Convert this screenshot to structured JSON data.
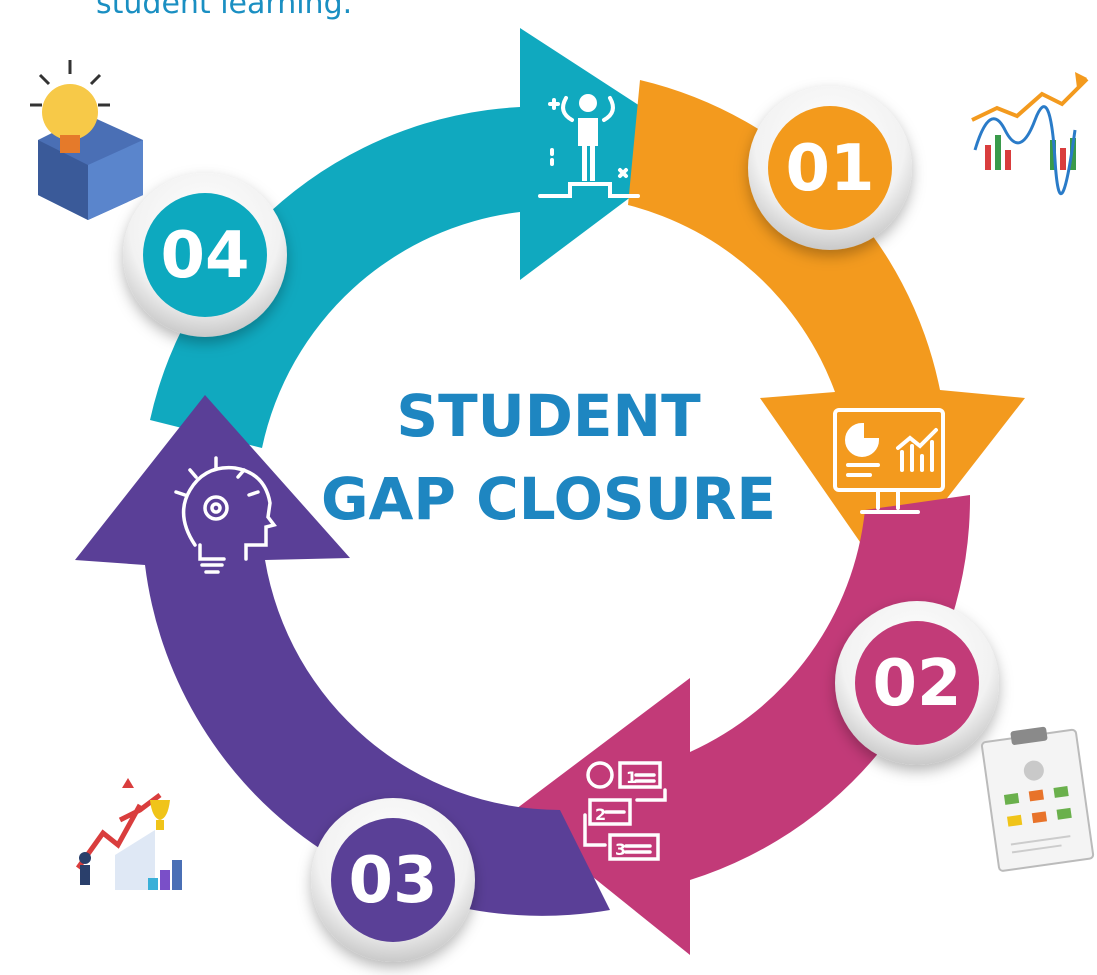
{
  "intro": {
    "text_fragment": "student learning."
  },
  "center": {
    "line1": "STUDENT",
    "line2": "GAP CLOSURE"
  },
  "steps": [
    {
      "number": "01",
      "color": "#f39a1e",
      "icon": "monitor-analytics-icon"
    },
    {
      "number": "02",
      "color": "#c23a78",
      "icon": "numbered-process-list-icon"
    },
    {
      "number": "03",
      "color": "#5a3f97",
      "icon": "lightbulb-head-gear-icon"
    },
    {
      "number": "04",
      "color": "#10a9bf",
      "icon": "person-podium-icon"
    }
  ],
  "colors": {
    "title": "#1e86c1",
    "intro": "#1a8fc2"
  },
  "corner_illustrations": [
    "lightbulb-box-icon",
    "stock-chart-icon",
    "growth-trophy-icon",
    "clipboard-flowchart-icon"
  ]
}
